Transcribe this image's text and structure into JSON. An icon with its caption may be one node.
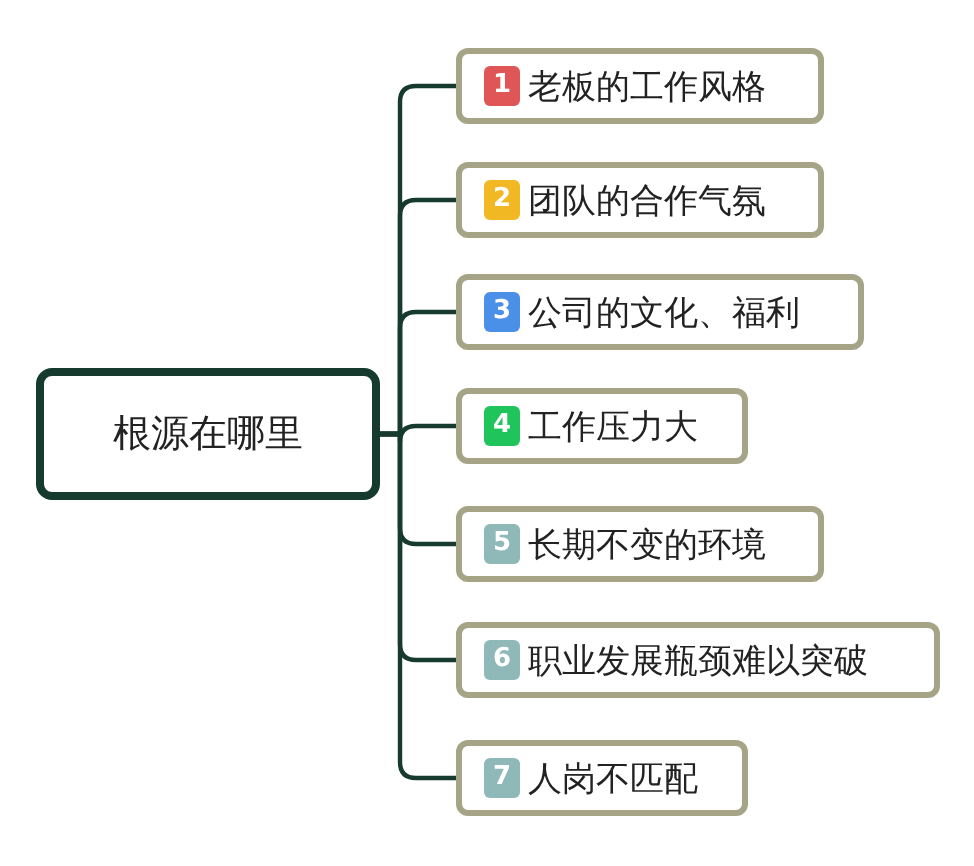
{
  "diagram": {
    "nodes": [
      {
        "text": [
          "根源在哪里"
        ]
      },
      {
        "text": [
          "1",
          "老板的工作风格"
        ]
      },
      {
        "text": [
          "2",
          "团队的合作气氛"
        ]
      },
      {
        "text": [
          "3",
          "公司的文化、福利"
        ]
      },
      {
        "text": [
          "4",
          "工作压力大"
        ]
      },
      {
        "text": [
          "5",
          "长期不变的环境"
        ]
      },
      {
        "text": [
          "6",
          "职业发展瓶颈难以突破"
        ]
      },
      {
        "text": [
          "7",
          "人岗不匹配"
        ]
      }
    ],
    "edges": [
      {
        "from": 0,
        "to": 1,
        "arrow": "none"
      },
      {
        "from": 0,
        "to": 2,
        "arrow": "none"
      },
      {
        "from": 0,
        "to": 3,
        "arrow": "none"
      },
      {
        "from": 0,
        "to": 4,
        "arrow": "none"
      },
      {
        "from": 0,
        "to": 5,
        "arrow": "none"
      },
      {
        "from": 0,
        "to": 6,
        "arrow": "none"
      },
      {
        "from": 0,
        "to": 7,
        "arrow": "none"
      }
    ]
  }
}
